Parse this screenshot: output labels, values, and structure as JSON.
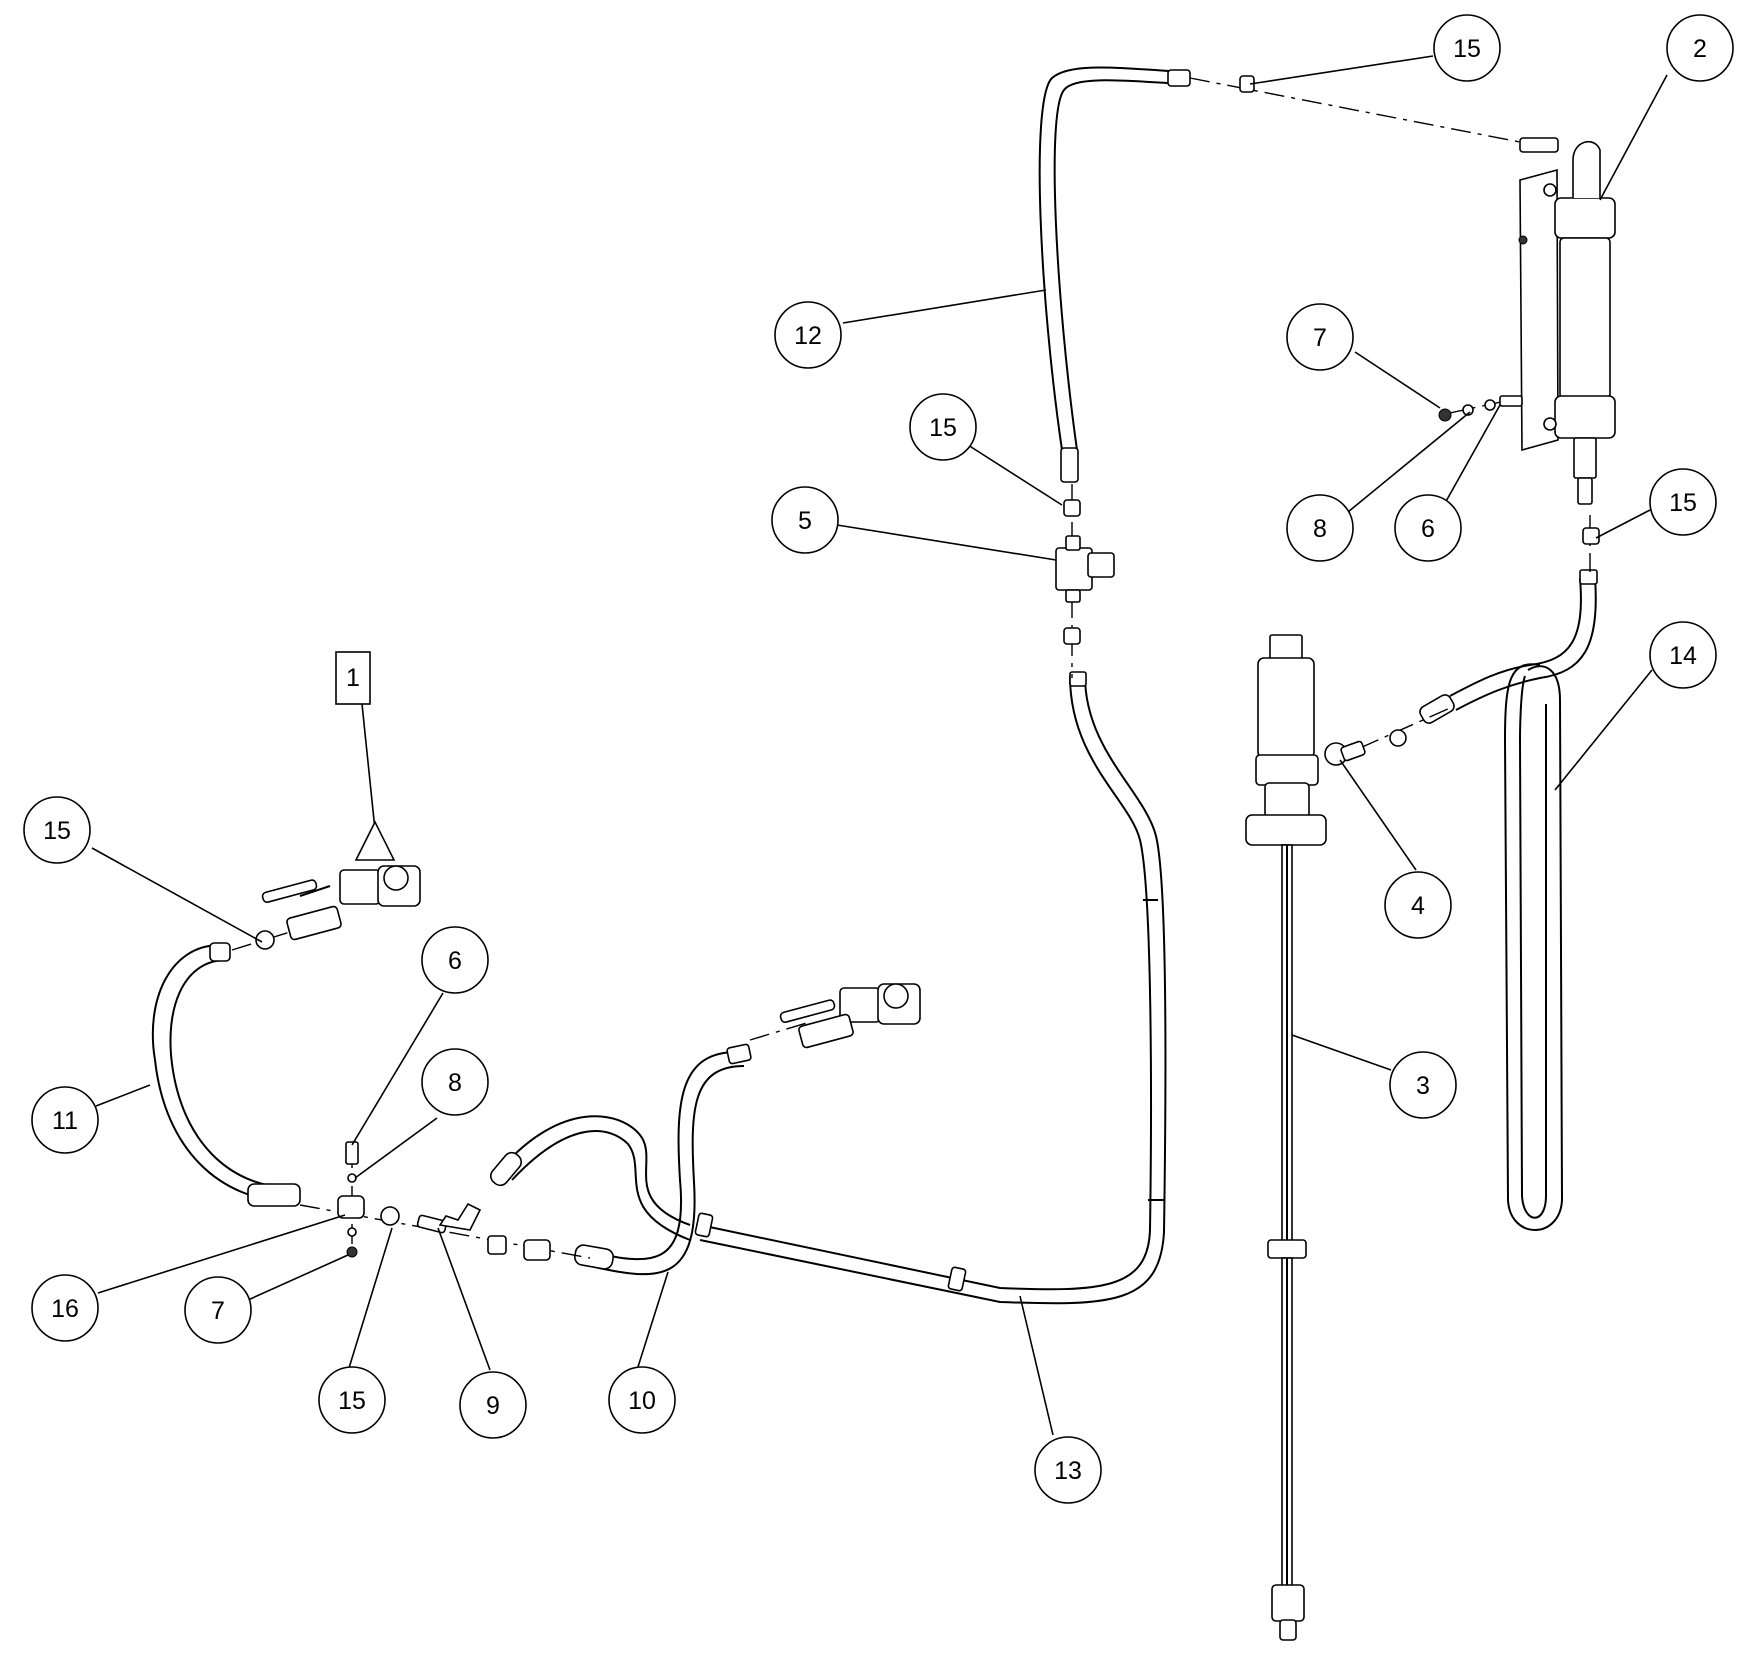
{
  "diagram": {
    "callouts": [
      {
        "id": "c15-top",
        "label": "15"
      },
      {
        "id": "c2",
        "label": "2"
      },
      {
        "id": "c12",
        "label": "12"
      },
      {
        "id": "c7-right",
        "label": "7"
      },
      {
        "id": "c15-mid",
        "label": "15"
      },
      {
        "id": "c5",
        "label": "5"
      },
      {
        "id": "c8-right",
        "label": "8"
      },
      {
        "id": "c6-right",
        "label": "6"
      },
      {
        "id": "c15-right",
        "label": "15"
      },
      {
        "id": "c14",
        "label": "14"
      },
      {
        "id": "c4",
        "label": "4"
      },
      {
        "id": "c15-left",
        "label": "15"
      },
      {
        "id": "c6-left",
        "label": "6"
      },
      {
        "id": "c8-left",
        "label": "8"
      },
      {
        "id": "c11",
        "label": "11"
      },
      {
        "id": "c3",
        "label": "3"
      },
      {
        "id": "c16",
        "label": "16"
      },
      {
        "id": "c7-left",
        "label": "7"
      },
      {
        "id": "c15-bottom",
        "label": "15"
      },
      {
        "id": "c9",
        "label": "9"
      },
      {
        "id": "c10",
        "label": "10"
      },
      {
        "id": "c13",
        "label": "13"
      }
    ],
    "flag_label": "1"
  }
}
